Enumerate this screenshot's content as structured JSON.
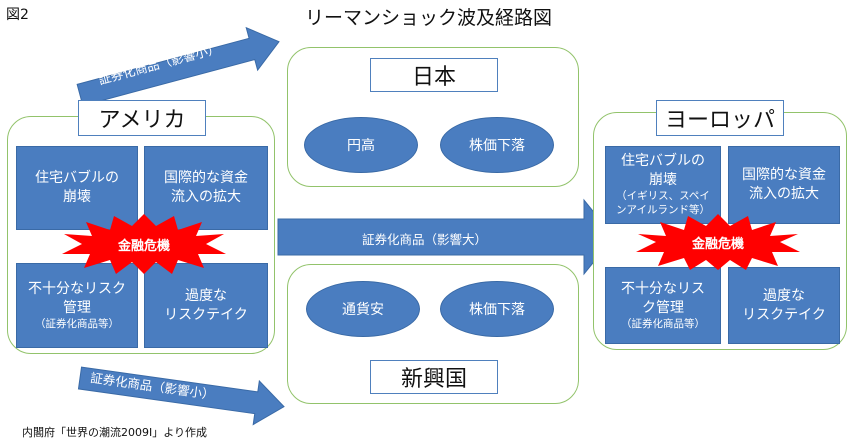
{
  "figure_label": "図2",
  "title": "リーマンショック波及経路図",
  "source": "内閣府「世界の潮流2009Ⅰ」より作成",
  "america": {
    "label": "アメリカ",
    "cells": [
      {
        "lines": [
          "住宅バブルの",
          "崩壊"
        ],
        "sub": []
      },
      {
        "lines": [
          "国際的な資金",
          "流入の拡大"
        ],
        "sub": []
      },
      {
        "lines": [
          "不十分なリスク",
          "管理"
        ],
        "sub": [
          "（証券化商品等）"
        ]
      },
      {
        "lines": [
          "過度な",
          "リスクテイク"
        ],
        "sub": []
      }
    ],
    "crisis": "金融危機"
  },
  "japan": {
    "label": "日本",
    "items": [
      "円高",
      "株価下落"
    ]
  },
  "emerging": {
    "label": "新興国",
    "items": [
      "通貨安",
      "株価下落"
    ]
  },
  "europe": {
    "label": "ヨーロッパ",
    "cells": [
      {
        "lines": [
          "住宅バブルの",
          "崩壊"
        ],
        "sub": [
          "（イギリス、スペイ",
          "ンアイルランド等）"
        ]
      },
      {
        "lines": [
          "国際的な資金",
          "流入の拡大"
        ],
        "sub": []
      },
      {
        "lines": [
          "不十分なリス",
          "ク管理"
        ],
        "sub": [
          "（証券化商品等）"
        ]
      },
      {
        "lines": [
          "過度な",
          "リスクテイク"
        ],
        "sub": []
      }
    ],
    "crisis": "金融危機"
  },
  "arrows": {
    "to_japan": "証券化商品（影響小）",
    "to_europe": "証券化商品（影響大）",
    "to_emerging": "証券化商品（影響小）"
  },
  "colors": {
    "fill": "#4a7dc0",
    "panel_border": "#92c36b",
    "burst": "#ff0000"
  }
}
